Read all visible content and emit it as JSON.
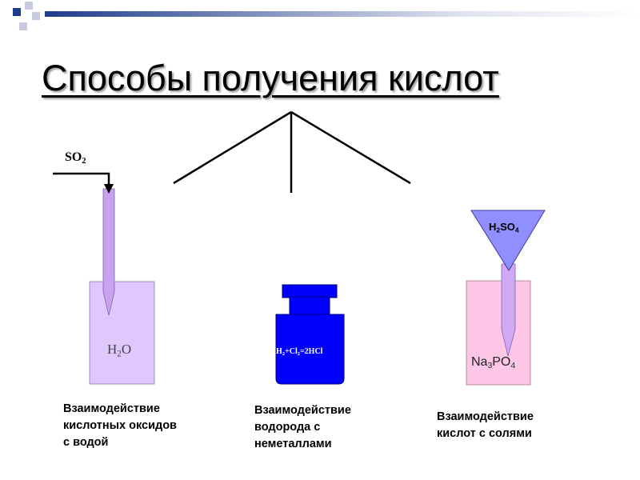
{
  "title": "Способы получения кислот",
  "left": {
    "gas": {
      "symbol": "SO",
      "index": "2"
    },
    "liquid": {
      "symbol1": "H",
      "index": "2",
      "symbol2": "O"
    },
    "caption": [
      "Взаимодействие",
      "кислотных оксидов",
      "с водой"
    ]
  },
  "middle": {
    "equation": {
      "h": "H",
      "h_idx": "2",
      "plus": "+Cl",
      "cl_idx": "2",
      "result": "=2HCl"
    },
    "caption": [
      "Взаимодействие",
      "водорода с",
      "неметаллами"
    ]
  },
  "right": {
    "acid": {
      "h": "H",
      "h_idx": "2",
      "so": "SO",
      "so_idx": "4"
    },
    "salt": {
      "na": "Na",
      "na_idx": "3",
      "po": "PO",
      "po_idx": "4"
    },
    "caption": [
      "Взаимодействие",
      "кислот с солями"
    ]
  },
  "colors": {
    "left_beaker": "#e0c8ff",
    "tube": "#c8a2f0",
    "right_beaker": "#ffc6e8",
    "bottle": "#0000ff",
    "funnel": "#8f8fff",
    "corner_accent": "#1f3c8a"
  },
  "icons": [
    "corner-squares",
    "gas-inlet-arrow",
    "funnel",
    "bottle",
    "beaker"
  ]
}
